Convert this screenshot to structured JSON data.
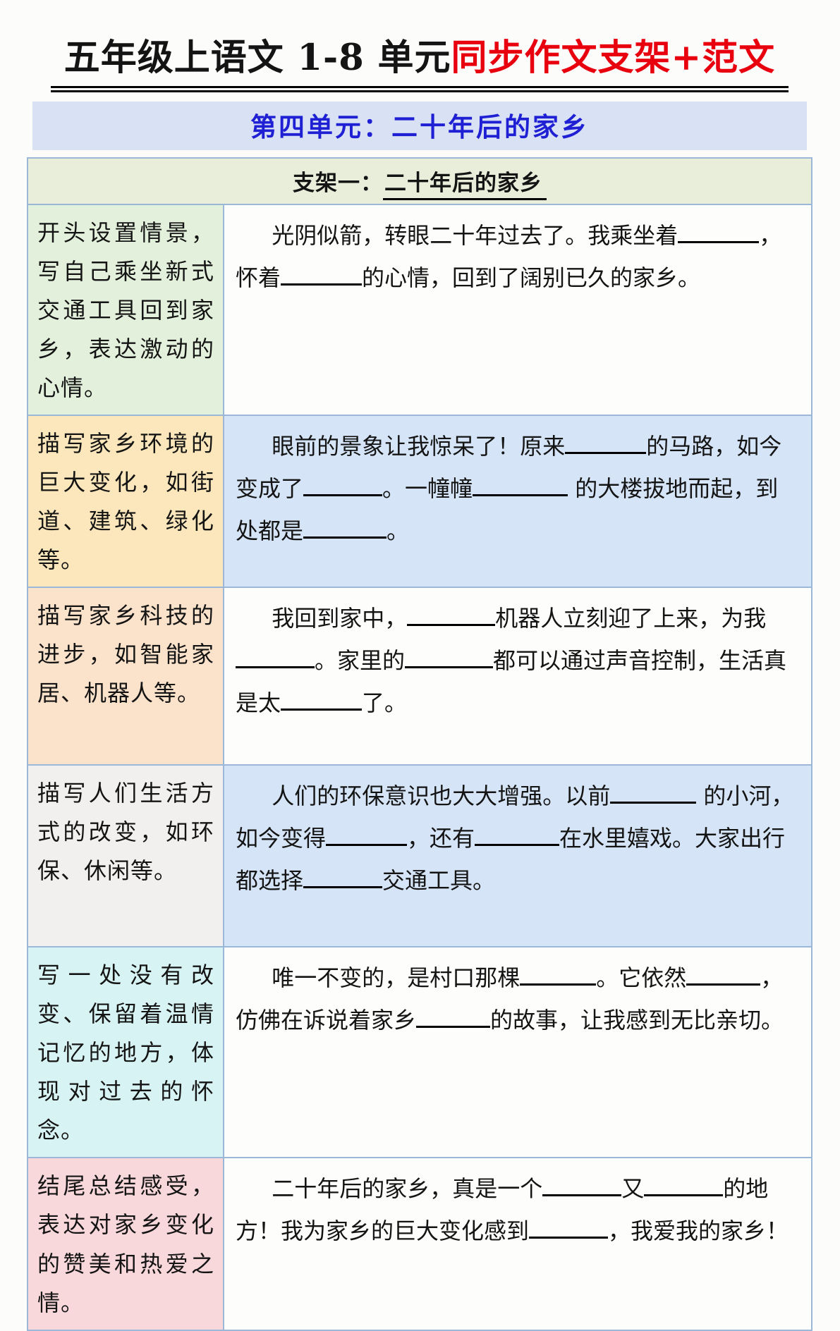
{
  "page": {
    "title_black": "五年级上语文 1-8 单元",
    "title_red": "同步作文支架+范文",
    "subtitle": "第四单元：二十年后的家乡",
    "header_prefix": "支架一：",
    "header_underlined": "二十年后的家乡"
  },
  "colors": {
    "title-red": "#e8000f",
    "subtitle-text": "#1f1fd4",
    "subtitle-bg": "#d8e2f4",
    "header-bg": "#e9eedb",
    "border-color": "#9cb8d8"
  },
  "table": {
    "rows": [
      {
        "note": "开头设置情景，写自己乘坐新式交通工具回到家乡，表达激动的心情。",
        "note_bg": "#e3f1dc",
        "content_bg": "#fdfdfc",
        "segments": [
          {
            "t": "光阴似箭，转眼二十年过去了。我乘坐着"
          },
          {
            "b": 115
          },
          {
            "t": "，怀着"
          },
          {
            "b": 115
          },
          {
            "t": "的心情，回到了阔别已久的家乡。"
          }
        ]
      },
      {
        "note": "描写家乡环境的巨大变化，如街道、建筑、绿化等。",
        "note_bg": "#fbe7bb",
        "content_bg": "#d5e4f6",
        "segments": [
          {
            "t": "眼前的景象让我惊呆了！原来"
          },
          {
            "b": 115
          },
          {
            "t": "的马路，如今变成了"
          },
          {
            "b": 112
          },
          {
            "t": "。一幢幢"
          },
          {
            "b": 135
          },
          {
            "t": " 的大楼拔地而起，到处都是"
          },
          {
            "b": 118
          },
          {
            "t": "。"
          }
        ]
      },
      {
        "note": "描写家乡科技的进步，如智能家居、机器人等。",
        "note_bg": "#fbe2cb",
        "content_bg": "#fdfdfc",
        "segments": [
          {
            "t": "我回到家中，"
          },
          {
            "b": 125
          },
          {
            "t": "机器人立刻迎了上来，为我"
          },
          {
            "b": 112
          },
          {
            "t": "。家里的"
          },
          {
            "b": 125
          },
          {
            "t": "都可以通过声音控制，生活真是太"
          },
          {
            "b": 115
          },
          {
            "t": "了。"
          }
        ]
      },
      {
        "note": "描写人们生活方式的改变，如环保、休闲等。",
        "note_bg": "#f1f0ee",
        "content_bg": "#d5e4f6",
        "segments": [
          {
            "t": "人们的环保意识也大大增强。以前"
          },
          {
            "b": 122
          },
          {
            "t": " 的小河，如今变得"
          },
          {
            "b": 115
          },
          {
            "t": "，还有"
          },
          {
            "b": 120
          },
          {
            "t": "在水里嬉戏。大家出行都选择"
          },
          {
            "b": 112
          },
          {
            "t": "交通工具。"
          }
        ]
      },
      {
        "note": "写一处没有改变、保留着温情记忆的地方，体现对过去的怀 念。",
        "note_bg": "#d8f3f3",
        "content_bg": "#fdfdfc",
        "segments": [
          {
            "t": "唯一不变的，是村口那棵"
          },
          {
            "b": 108
          },
          {
            "t": "。它依然"
          },
          {
            "b": 105
          },
          {
            "t": "，仿佛在诉说着家乡"
          },
          {
            "b": 105
          },
          {
            "t": "的故事，让我感到无比亲切。"
          }
        ]
      },
      {
        "note": "结尾总结感受，表达对家乡变化的赞美和热爱之情。",
        "note_bg": "#f8d8da",
        "content_bg": "#fdfdfc",
        "segments": [
          {
            "t": "二十年后的家乡，真是一个"
          },
          {
            "b": 112
          },
          {
            "t": "又"
          },
          {
            "b": 112
          },
          {
            "t": "的地方！我为家乡的巨大变化感到"
          },
          {
            "b": 112
          },
          {
            "t": "，我爱我的家乡！"
          }
        ]
      }
    ]
  }
}
